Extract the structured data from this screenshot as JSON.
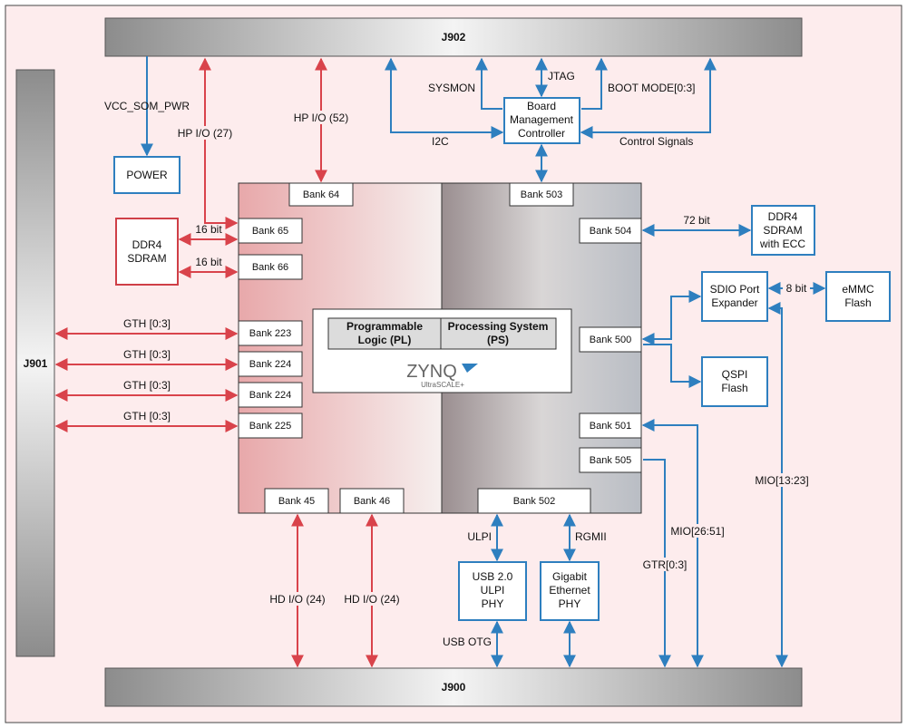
{
  "connectors": {
    "top": "J902",
    "bottom": "J900",
    "left": "J901"
  },
  "colors": {
    "background": "#fdeced",
    "blue": "#2e7fbf",
    "red": "#d9434b",
    "redBox": "#cf3f47"
  },
  "fpga": {
    "pl_label": "Programmable Logic (PL)",
    "ps_label": "Processing System (PS)",
    "logo_main": "ZYNQ",
    "logo_sub": "UltraSCALE+"
  },
  "banks": {
    "b64": "Bank 64",
    "b503": "Bank 503",
    "b65": "Bank 65",
    "b66": "Bank 66",
    "b504": "Bank 504",
    "b223": "Bank 223",
    "b224a": "Bank 224",
    "b224b": "Bank 224",
    "b225": "Bank 225",
    "b500": "Bank 500",
    "b501": "Bank 501",
    "b505": "Bank 505",
    "b45": "Bank 45",
    "b46": "Bank 46",
    "b502": "Bank 502"
  },
  "boxes": {
    "power": "POWER",
    "ddr4": [
      "DDR4",
      "SDRAM"
    ],
    "bmc": [
      "Board",
      "Management",
      "Controller"
    ],
    "ddr4ecc": [
      "DDR4",
      "SDRAM",
      "with ECC"
    ],
    "sdio": [
      "SDIO Port",
      "Expander"
    ],
    "emmc": [
      "eMMC",
      "Flash"
    ],
    "qspi": [
      "QSPI",
      "Flash"
    ],
    "usb": [
      "USB 2.0",
      "ULPI",
      "PHY"
    ],
    "eth": [
      "Gigabit",
      "Ethernet",
      "PHY"
    ]
  },
  "labels": {
    "vcc": "VCC_SOM_PWR",
    "hpio27": "HP I/O (27)",
    "hpio52": "HP I/O (52)",
    "sysmon": "SYSMON",
    "jtag": "JTAG",
    "bootmode": "BOOT MODE[0:3]",
    "i2c": "I2C",
    "control": "Control Signals",
    "bit72": "72 bit",
    "bit16a": "16 bit",
    "bit16b": "16 bit",
    "bit8": "8 bit",
    "gth1": "GTH [0:3]",
    "gth2": "GTH [0:3]",
    "gth3": "GTH [0:3]",
    "gth4": "GTH [0:3]",
    "hdio1": "HD I/O (24)",
    "hdio2": "HD I/O (24)",
    "ulpi": "ULPI",
    "rgmii": "RGMII",
    "usbotg": "USB OTG",
    "gtr": "GTR[0:3]",
    "mio2651": "MIO[26:51]",
    "mio1323": "MIO[13:23]"
  }
}
